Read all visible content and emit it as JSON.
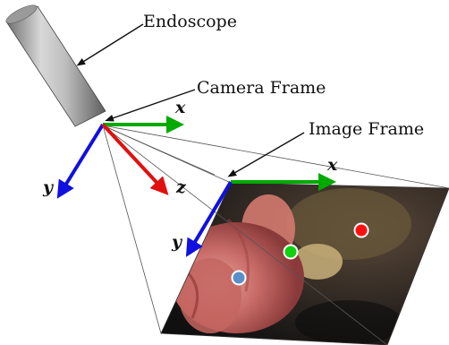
{
  "labels": {
    "endoscope": "Endoscope",
    "camera_frame": "Camera Frame",
    "image_frame": "Image Frame"
  },
  "camera_axes": {
    "x": "x",
    "y": "y",
    "z": "z"
  },
  "image_axes": {
    "x": "x",
    "y": "y"
  },
  "colors": {
    "x_axis": "#00aa00",
    "y_axis": "#1010e0",
    "z_axis": "#e01010",
    "point_red": "#ff1010",
    "point_green": "#10d010",
    "point_blue": "#5b8fc7"
  },
  "points": [
    "red-point",
    "green-point",
    "blue-point"
  ]
}
